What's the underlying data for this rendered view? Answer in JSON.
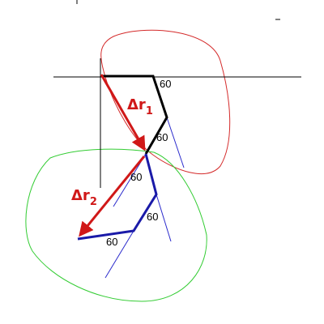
{
  "colors": {
    "background": "#ffffff",
    "axis": "#000000",
    "path_one": "#000000",
    "path_two": "#1a1aa8",
    "extension_lines": "#2a2acc",
    "vector": "#d01818",
    "loop_one": "#d42a2a",
    "loop_two": "#33cc33"
  },
  "vectors": {
    "delta_r1": {
      "symbol": "Δr",
      "subscript": "1"
    },
    "delta_r2": {
      "symbol": "Δr",
      "subscript": "2"
    }
  },
  "angles": {
    "a1": "60",
    "a2": "60",
    "a3": "60",
    "a4": "60",
    "a5": "60"
  }
}
